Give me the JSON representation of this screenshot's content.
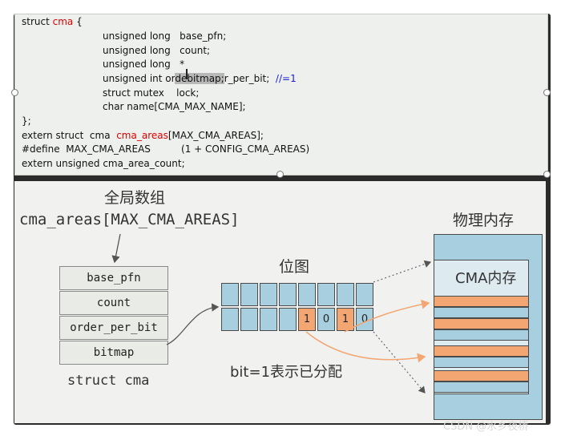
{
  "code": {
    "line1_prefix": "struct ",
    "line1_name": "cma",
    "line1_suffix": " {",
    "line2": "unsigned long   base_pfn;",
    "line3": "unsigned long   count;",
    "line4": "unsigned long   *",
    "line5_a": "unsigned int or",
    "line5_hl": "debitmap;",
    "line5_b": "r_per_bit;  ",
    "line5_comment": "//=1",
    "line6": "struct mutex    lock;",
    "line7": "char name[CMA_MAX_NAME];",
    "line8": "};",
    "line9_prefix": "extern struct  cma  ",
    "line9_name": "cma_areas",
    "line9_suffix": "[MAX_CMA_AREAS];",
    "line10": "#define  MAX_CMA_AREAS          (1 + CONFIG_CMA_AREAS)",
    "line11": "extern unsigned cma_area_count;"
  },
  "diagram": {
    "global_array_title": "全局数组",
    "cma_areas_label": "cma_areas[MAX_CMA_AREAS]",
    "struct_fields": [
      "base_pfn",
      "count",
      "order_per_bit",
      "bitmap"
    ],
    "struct_label": "struct  cma",
    "bitmap_title": "位图",
    "bitmap_rows": [
      [
        "",
        "",
        "",
        "",
        "",
        "",
        "",
        ""
      ],
      [
        "",
        "",
        "",
        "",
        "1",
        "0",
        "1",
        "0"
      ]
    ],
    "bit_note": "bit=1表示已分配",
    "phys_mem_title": "物理内存",
    "cma_mem_label": "CMA内存"
  },
  "colors": {
    "bitmap_cell": "#a8cfe0",
    "allocated": "#f3a672",
    "arrow_orange": "#f3a672",
    "highlight_red": "#e00000",
    "comment_blue": "#1a1ad8"
  },
  "watermark": "CSDN @水乡夜桥"
}
